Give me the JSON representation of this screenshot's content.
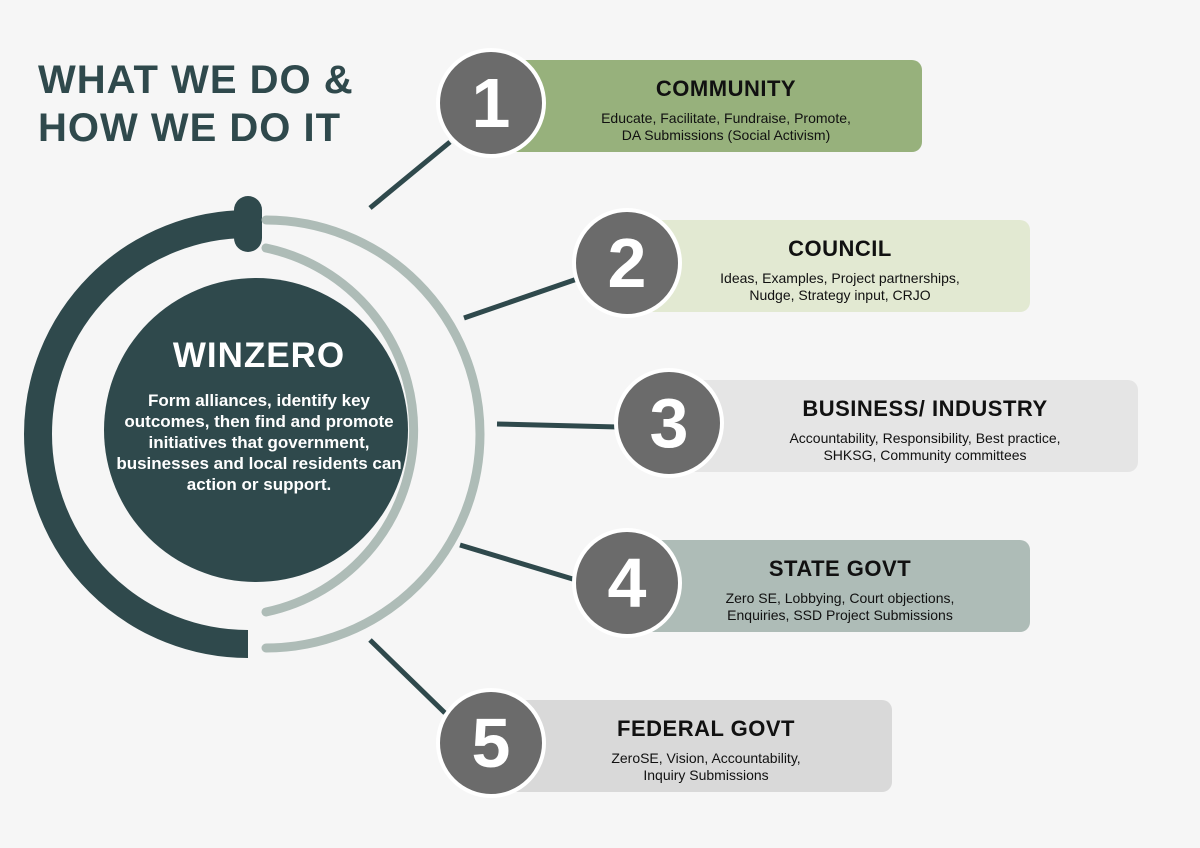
{
  "title": {
    "line1": "WHAT WE DO &",
    "line2": "HOW WE DO IT"
  },
  "center": {
    "name": "WINZERO",
    "description": "Form alliances, identify key outcomes, then find and promote initiatives that government, businesses and local residents can action or support."
  },
  "items": [
    {
      "number": "1",
      "title": "COMMUNITY",
      "line1": "Educate, Facilitate, Fundraise, Promote,",
      "line2": "DA Submissions (Social Activism)",
      "color": "#97b17c"
    },
    {
      "number": "2",
      "title": "COUNCIL",
      "line1": "Ideas, Examples, Project partnerships,",
      "line2": "Nudge, Strategy input, CRJO",
      "color": "#e2e9d2"
    },
    {
      "number": "3",
      "title": "BUSINESS/ INDUSTRY",
      "line1": "Accountability, Responsibility, Best practice,",
      "line2": "SHKSG, Community committees",
      "color": "#e5e5e5"
    },
    {
      "number": "4",
      "title": "STATE GOVT",
      "line1": "Zero SE, Lobbying, Court objections,",
      "line2": "Enquiries, SSD Project Submissions",
      "color": "#aebcb7"
    },
    {
      "number": "5",
      "title": "FEDERAL GOVT",
      "line1": "ZeroSE, Vision, Accountability,",
      "line2": "Inquiry Submissions",
      "color": "#d9d9d9"
    }
  ],
  "colors": {
    "dark": "#2f494c",
    "ring_light": "#aebcb7",
    "badge": "#6b6b6b"
  }
}
